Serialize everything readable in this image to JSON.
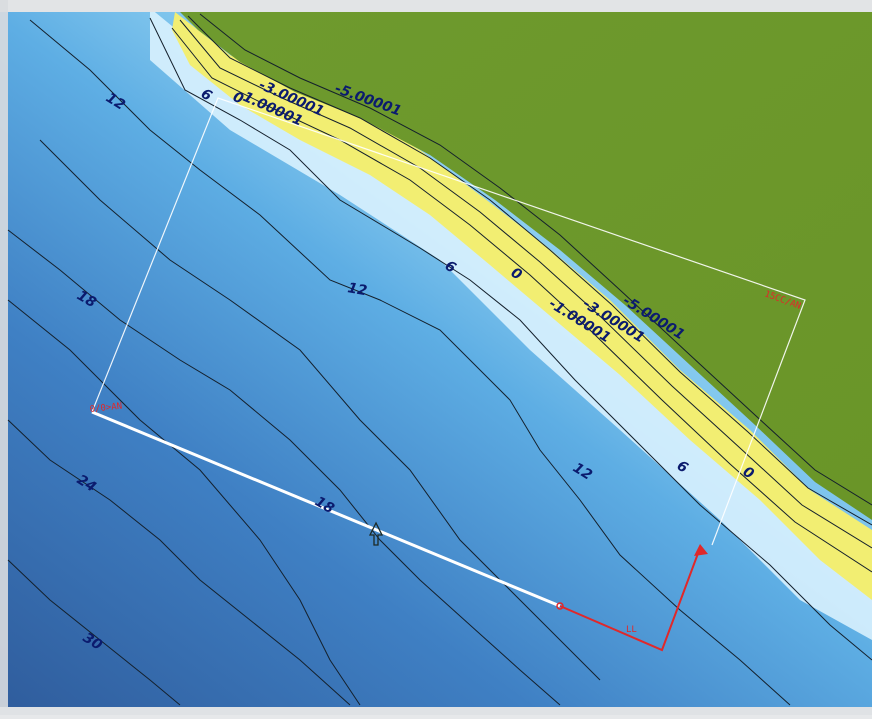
{
  "colors": {
    "land": "#6f9a2d",
    "deep_water": "#2e5d9f",
    "shallow_water": "#d9f1ff",
    "beach": "#f3f07a",
    "domain_line": "#ffffff",
    "marker": "#e0282a"
  },
  "contour_labels": {
    "c12_upper": "12",
    "c6_upper": "6",
    "c0_upper": "0",
    "cm1_upper": "1.00001",
    "cm3_upper": "-3.00001",
    "cm5_upper": "-5.00001",
    "c18_left": "18",
    "c12_mid": "12",
    "c6_mid": "6",
    "c0_mid": "0",
    "cm1_mid": "-1.00001",
    "cm3_mid": "-3.00001",
    "cm5_mid": "-5.00001",
    "c24_left": "24",
    "c18_mid": "18",
    "c12_low": "12",
    "c6_low": "6",
    "c0_low": "0",
    "c30_left": "30"
  },
  "markers": {
    "origin_label": "0/0>AN",
    "corner_label": "15CC/AN",
    "axis_label": "LL"
  },
  "icons": {
    "north_arrow": "north-arrow-icon"
  }
}
